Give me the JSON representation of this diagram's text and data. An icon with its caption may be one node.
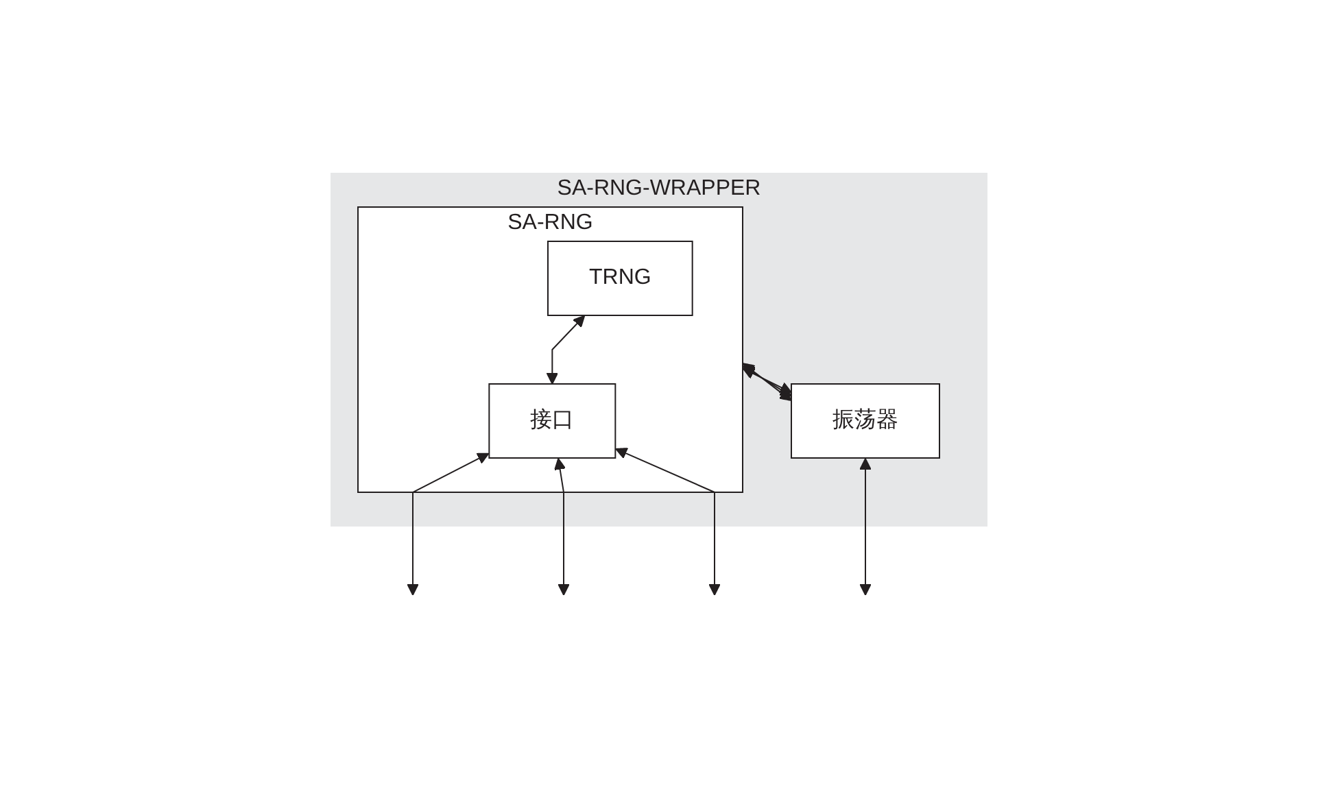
{
  "diagram": {
    "nodes": [
      {
        "text": [
          "SA-RNG-WRAPPER"
        ]
      },
      {
        "text": [
          "SA-RNG"
        ],
        "in": 0
      },
      {
        "text": [
          "振荡器"
        ],
        "in": 0
      },
      {
        "text": [
          "TRNG"
        ],
        "in": 1
      },
      {
        "text": [
          "接口"
        ],
        "in": 1
      }
    ],
    "edges": [
      {
        "from": 1,
        "to": 2,
        "arrow": "both"
      },
      {
        "from": 3,
        "to": 4,
        "arrow": "both"
      },
      {
        "from": 1,
        "to": 2,
        "arrow": "both"
      },
      {
        "from": 1,
        "to": 2,
        "arrow": "both"
      },
      {
        "from": 4,
        "to": null,
        "arrow": "both"
      },
      {
        "from": 4,
        "to": null,
        "arrow": "both"
      },
      {
        "from": 4,
        "to": null,
        "arrow": "both"
      },
      {
        "from": 2,
        "to": null,
        "arrow": "both"
      }
    ]
  }
}
